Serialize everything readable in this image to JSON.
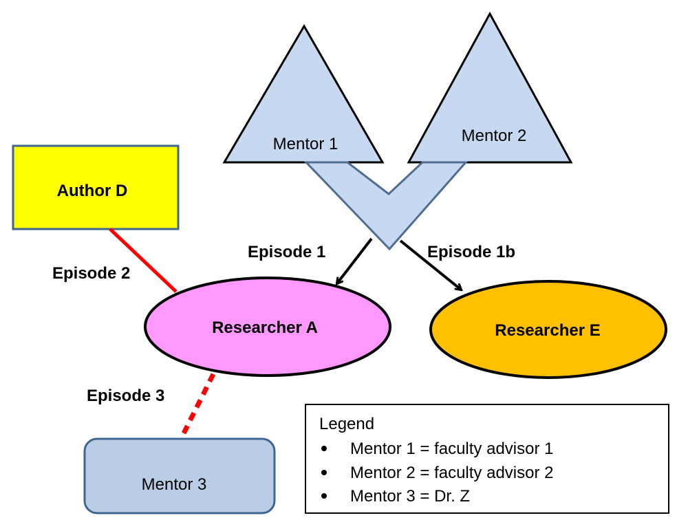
{
  "colors": {
    "triangle_fill": "#c6d9f1",
    "triangle_stroke": "#000000",
    "chevron_fill": "#c6d9f1",
    "chevron_stroke": "#4f6d8f",
    "author_fill": "#ffff00",
    "author_stroke": "#3f6591",
    "researcher_a_fill": "#ff99ff",
    "researcher_e_fill": "#ffc000",
    "mentor3_fill": "#b9cde5",
    "mentor3_stroke": "#3f6591",
    "episode2_line": "#ff0000",
    "episode3_line": "#ff0000",
    "arrow": "#000000"
  },
  "nodes": {
    "mentor1": "Mentor 1",
    "mentor2": "Mentor 2",
    "mentor3": "Mentor 3",
    "author_d": "Author D",
    "researcher_a": "Researcher A",
    "researcher_e": "Researcher E"
  },
  "edges": {
    "episode1": "Episode 1",
    "episode1b": "Episode 1b",
    "episode2": "Episode 2",
    "episode3": "Episode 3"
  },
  "legend": {
    "title": "Legend",
    "items": [
      "Mentor 1 = faculty advisor 1",
      "Mentor 2 = faculty advisor 2",
      "Mentor 3 = Dr. Z"
    ]
  }
}
